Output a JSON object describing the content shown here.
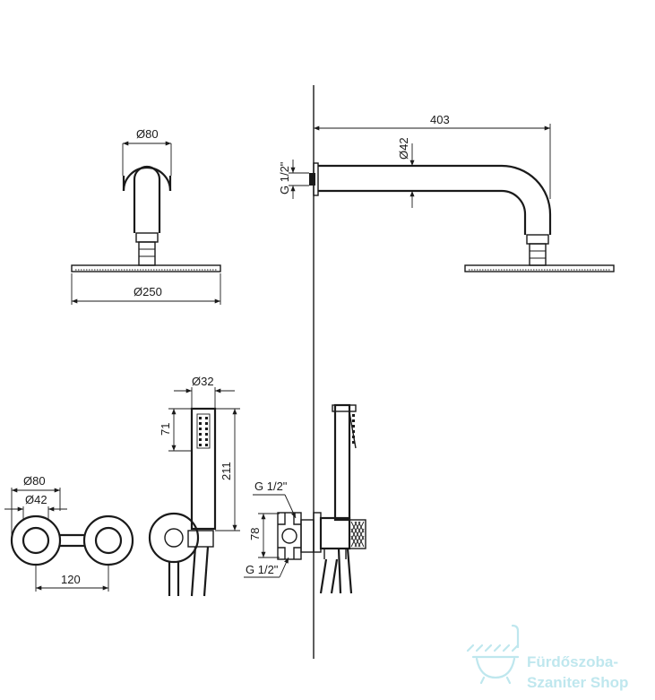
{
  "dimensions": {
    "shower_head_top_dia": "Ø80",
    "shower_head_dia": "Ø250",
    "arm_length": "403",
    "arm_dia": "Ø42",
    "arm_thread": "G 1/2\"",
    "hand_shower_dia": "Ø32",
    "hand_shower_head_len": "71",
    "hand_shower_len": "211",
    "mixer_outer_dia": "Ø80",
    "mixer_inner_dia": "Ø42",
    "mixer_spacing": "120",
    "inlet_top_thread": "G 1/2\"",
    "inlet_height": "78",
    "inlet_bottom_thread": "G 1/2\""
  },
  "watermark": {
    "line1": "Fürdőszoba-",
    "line2": "Szaniter Shop",
    "color": "#bfe7ee"
  }
}
